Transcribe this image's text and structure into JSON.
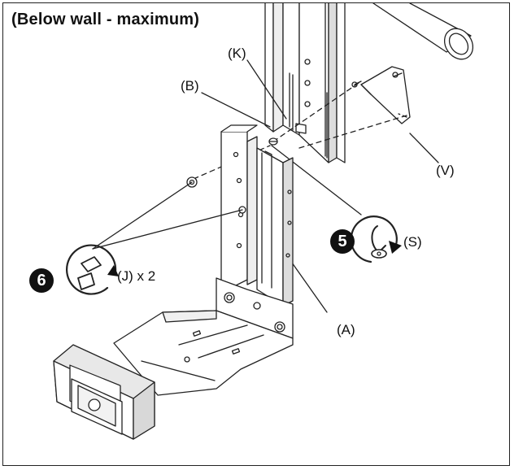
{
  "title": "(Below wall - maximum)",
  "labels": {
    "K": "(K)",
    "B": "(B)",
    "V": "(V)",
    "S": "(S)",
    "J": "(J) x 2",
    "A": "(A)"
  },
  "steps": {
    "five": "5",
    "six": "6"
  },
  "colors": {
    "line": "#222222",
    "fill_light": "#ffffff",
    "fill_shade": "#e6e6e6",
    "badge": "#111111"
  },
  "icons": {
    "five": "wrench-turn-icon",
    "six": "screw-turn-icon"
  }
}
